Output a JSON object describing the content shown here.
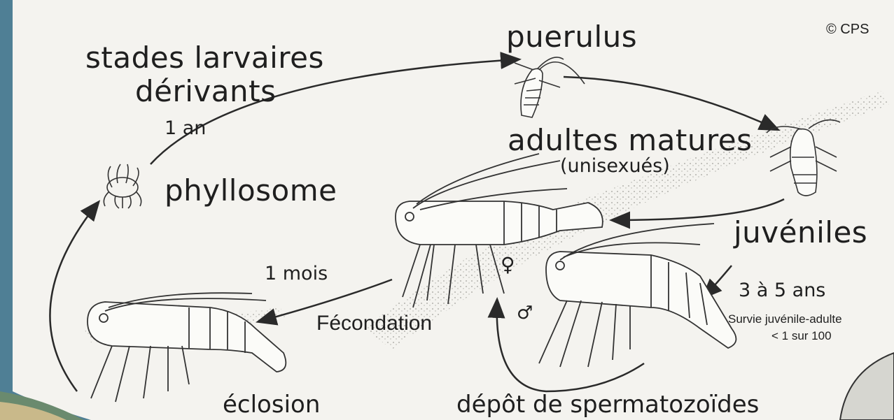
{
  "copyright": "© CPS",
  "stages": {
    "larval_title_line1": "stades larvaires",
    "larval_title_line2": "dérivants",
    "puerulus": "puerulus",
    "phyllosome": "phyllosome",
    "adults_line1": "adultes matures",
    "adults_line2": "(unisexués)",
    "juveniles": "juvéniles",
    "hatching": "éclosion",
    "sperm_deposit": "dépôt de spermatozoïdes",
    "fertilization": "Fécondation"
  },
  "durations": {
    "larval": "1 an",
    "hatch_to_larva": "1 mois",
    "juvenile_to_adult": "3 à 5 ans"
  },
  "survival_line1": "Survie juvénile-adulte",
  "survival_line2": "< 1 sur 100",
  "symbols": {
    "female": "♀",
    "male": "♂"
  },
  "colors": {
    "background": "#4f7f95",
    "panel": "#f4f3ef",
    "ink": "#1f1f1f"
  }
}
